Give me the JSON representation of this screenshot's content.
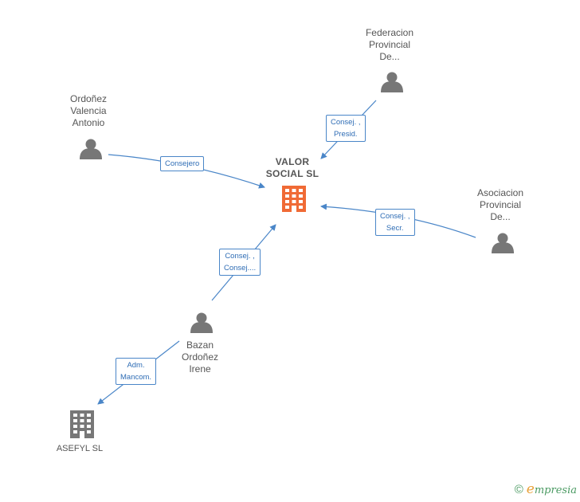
{
  "nodes": {
    "center": {
      "lines": [
        "VALOR",
        "SOCIAL  SL"
      ]
    },
    "federacion": {
      "lines": [
        "Federacion",
        "Provincial",
        "De..."
      ]
    },
    "ordonez": {
      "lines": [
        "Ordoñez",
        "Valencia",
        "Antonio"
      ]
    },
    "asociacion": {
      "lines": [
        "Asociacion",
        "Provincial",
        "De..."
      ]
    },
    "bazan": {
      "lines": [
        "Bazan",
        "Ordoñez",
        "Irene"
      ]
    },
    "asefyl": {
      "lines": [
        "ASEFYL  SL"
      ]
    }
  },
  "edges": {
    "federacion_center": {
      "lines": [
        "Consej. ,",
        "Presid."
      ]
    },
    "ordonez_center": {
      "lines": [
        "Consejero"
      ]
    },
    "asociacion_center": {
      "lines": [
        "Consej. ,",
        "Secr."
      ]
    },
    "bazan_center": {
      "lines": [
        "Consej. ,",
        "Consej...."
      ]
    },
    "bazan_asefyl": {
      "lines": [
        "Adm.",
        "Mancom."
      ]
    }
  },
  "colors": {
    "edge": "#4a86c8",
    "person_icon": "#777777",
    "center_building": "#f06a35",
    "company_building": "#777777"
  },
  "footer": {
    "copyright": "©",
    "brand_first": "e",
    "brand_rest": "mpresia"
  }
}
